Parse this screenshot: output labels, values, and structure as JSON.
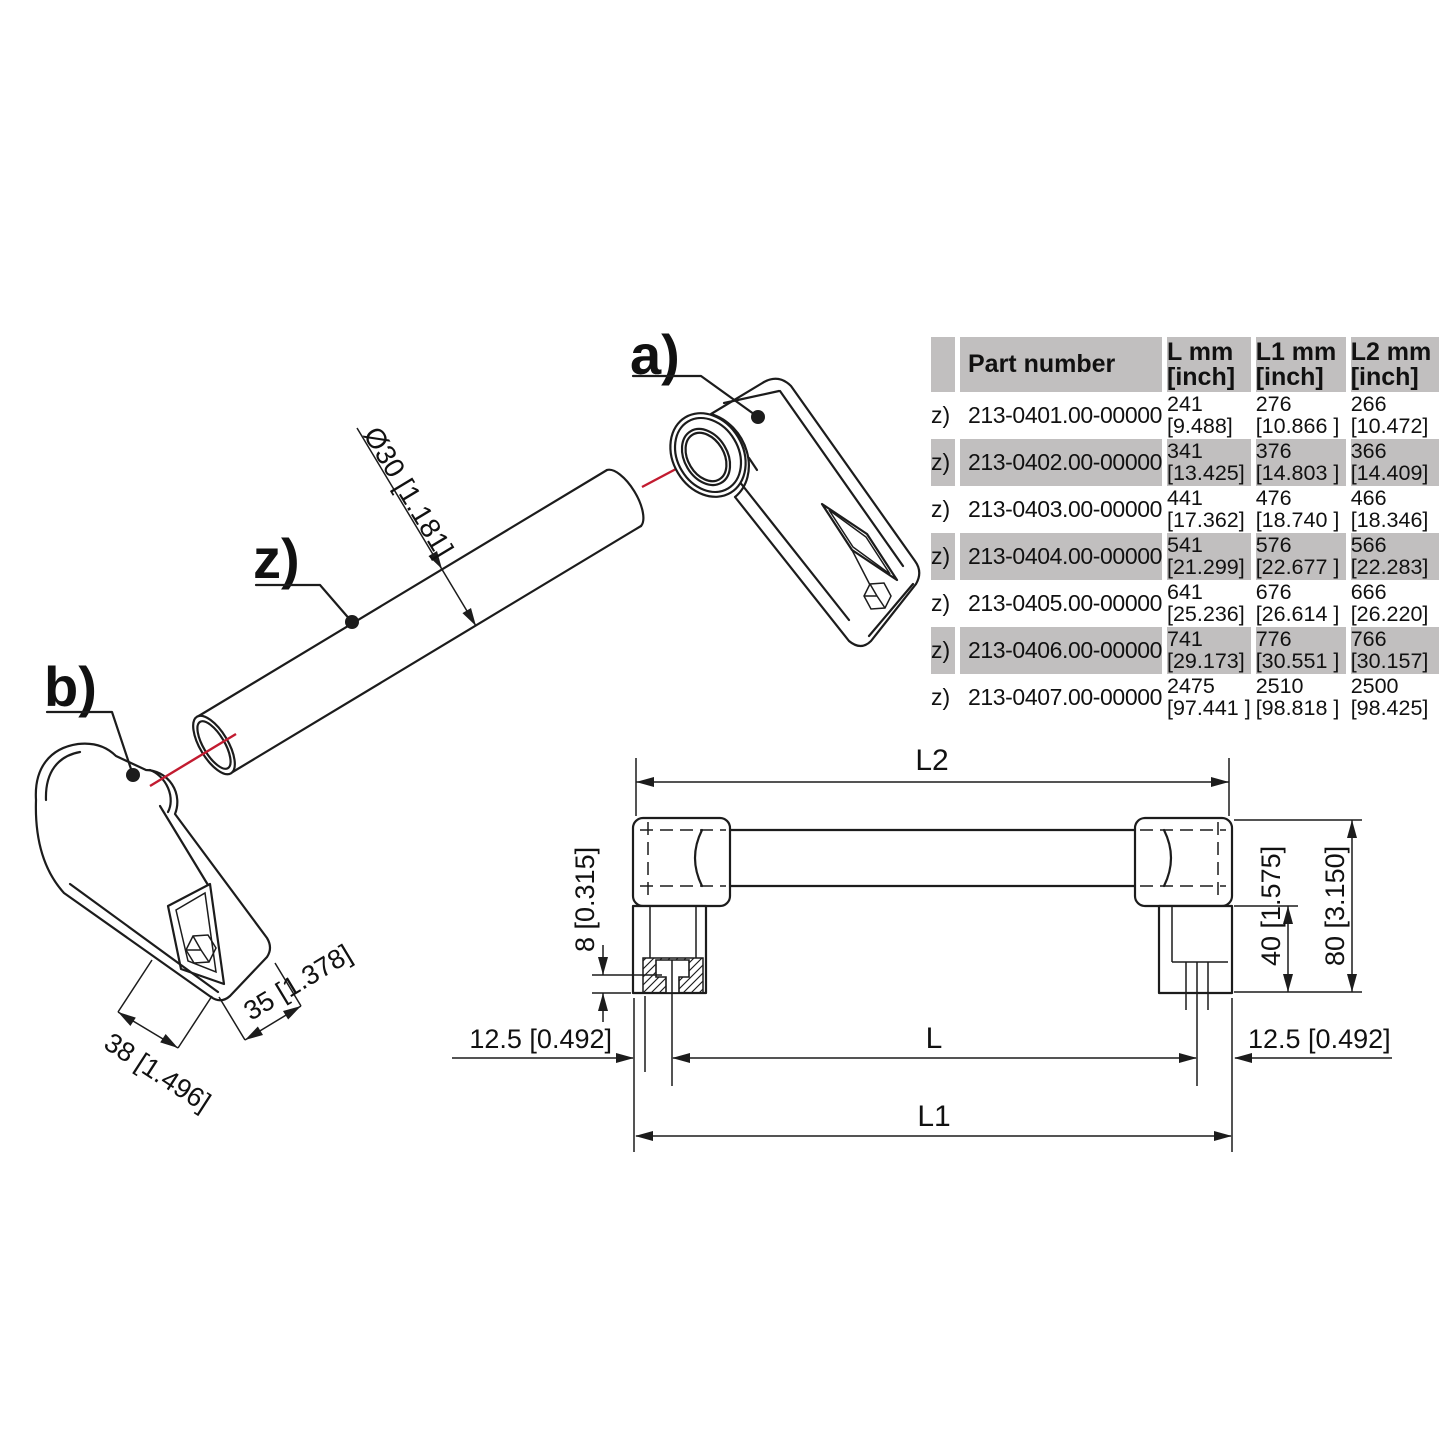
{
  "colors": {
    "line": "#1c1c1c",
    "centerline_red": "#c21b30",
    "table_shade": "#c1bfbf",
    "background": "#ffffff"
  },
  "isometric_view": {
    "callout_a": "a)",
    "callout_b": "b)",
    "callout_z": "z)",
    "dim_tube_diameter": "Ø30 [1.181]",
    "dim_end_depth": "38 [1.496]",
    "dim_end_width": "35 [1.378]"
  },
  "front_view": {
    "dim_l2": "L2",
    "dim_l": "L",
    "dim_l1": "L1",
    "dim_insert_depth": "8 [0.315]",
    "dim_height_40": "40 [1.575]",
    "dim_height_80": "80 [3.150]",
    "dim_offset_left": "12.5 [0.492]",
    "dim_offset_right": "12.5 [0.492]"
  },
  "parts_table": {
    "headers": {
      "marker": "",
      "part_number": "Part number",
      "l_line1": "L mm",
      "l_line2": "[inch]",
      "l1_line1": "L1 mm",
      "l1_line2": "[inch]",
      "l2_line1": "L2 mm",
      "l2_line2": "[inch]"
    },
    "rows": [
      {
        "marker": "z)",
        "part_number": "213-0401.00-00000",
        "l_mm": "241",
        "l_inch": "[9.488]",
        "l1_mm": "276",
        "l1_inch": "[10.866 ]",
        "l2_mm": "266",
        "l2_inch": "[10.472]"
      },
      {
        "marker": "z)",
        "part_number": "213-0402.00-00000",
        "l_mm": "341",
        "l_inch": "[13.425]",
        "l1_mm": "376",
        "l1_inch": "[14.803 ]",
        "l2_mm": "366",
        "l2_inch": "[14.409]"
      },
      {
        "marker": "z)",
        "part_number": "213-0403.00-00000",
        "l_mm": "441",
        "l_inch": "[17.362]",
        "l1_mm": "476",
        "l1_inch": "[18.740 ]",
        "l2_mm": "466",
        "l2_inch": "[18.346]"
      },
      {
        "marker": "z)",
        "part_number": "213-0404.00-00000",
        "l_mm": "541",
        "l_inch": "[21.299]",
        "l1_mm": "576",
        "l1_inch": "[22.677 ]",
        "l2_mm": "566",
        "l2_inch": "[22.283]"
      },
      {
        "marker": "z)",
        "part_number": "213-0405.00-00000",
        "l_mm": "641",
        "l_inch": "[25.236]",
        "l1_mm": "676",
        "l1_inch": "[26.614 ]",
        "l2_mm": "666",
        "l2_inch": "[26.220]"
      },
      {
        "marker": "z)",
        "part_number": "213-0406.00-00000",
        "l_mm": "741",
        "l_inch": "[29.173]",
        "l1_mm": "776",
        "l1_inch": "[30.551 ]",
        "l2_mm": "766",
        "l2_inch": "[30.157]"
      },
      {
        "marker": "z)",
        "part_number": "213-0407.00-00000",
        "l_mm": "2475",
        "l_inch": "[97.441 ]",
        "l1_mm": "2510",
        "l1_inch": "[98.818 ]",
        "l2_mm": "2500",
        "l2_inch": "[98.425]"
      }
    ]
  }
}
